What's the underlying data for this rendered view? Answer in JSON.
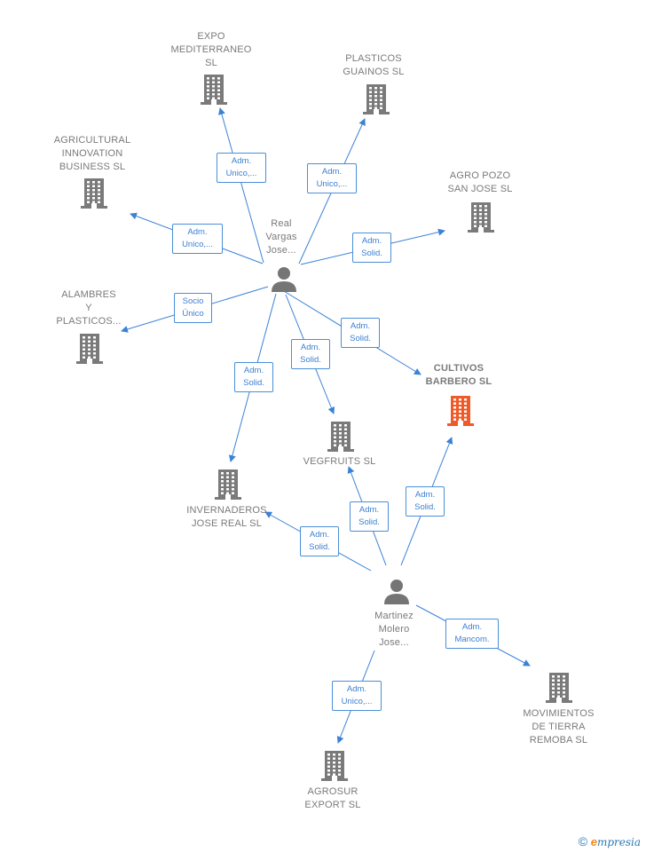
{
  "companies": [
    {
      "id": "expo",
      "label": "EXPO\nMEDITERRANEO\nSL",
      "highlight": false
    },
    {
      "id": "plasticos_guainos",
      "label": "PLASTICOS\nGUAINOS  SL",
      "highlight": false
    },
    {
      "id": "agricultural",
      "label": "AGRICULTURAL\nINNOVATION\nBUSINESS  SL",
      "highlight": false
    },
    {
      "id": "agro_pozo",
      "label": "AGRO POZO\nSAN JOSE  SL",
      "highlight": false
    },
    {
      "id": "alambres",
      "label": "ALAMBRES\nY\nPLASTICOS...",
      "highlight": false
    },
    {
      "id": "cultivos",
      "label": "CULTIVOS\nBARBERO  SL",
      "highlight": true
    },
    {
      "id": "vegfruits",
      "label": "VEGFRUITS  SL",
      "highlight": false
    },
    {
      "id": "invernaderos",
      "label": "INVERNADEROS\nJOSE REAL  SL",
      "highlight": false
    },
    {
      "id": "movimientos",
      "label": "MOVIMIENTOS\nDE TIERRA\nREMOBA  SL",
      "highlight": false
    },
    {
      "id": "agrosur",
      "label": "AGROSUR\nEXPORT  SL",
      "highlight": false
    }
  ],
  "persons": [
    {
      "id": "real",
      "label": "Real\nVargas\nJose..."
    },
    {
      "id": "martinez",
      "label": "Martinez\nMolero\nJose..."
    }
  ],
  "relations": [
    {
      "from": "real",
      "to": "expo",
      "label": "Adm.\nUnico,..."
    },
    {
      "from": "real",
      "to": "plasticos_guainos",
      "label": "Adm.\nUnico,..."
    },
    {
      "from": "real",
      "to": "agricultural",
      "label": "Adm.\nUnico,..."
    },
    {
      "from": "real",
      "to": "agro_pozo",
      "label": "Adm.\nSolid."
    },
    {
      "from": "real",
      "to": "alambres",
      "label": "Socio\nÚnico"
    },
    {
      "from": "real",
      "to": "cultivos",
      "label": "Adm.\nSolid."
    },
    {
      "from": "real",
      "to": "vegfruits",
      "label": "Adm.\nSolid."
    },
    {
      "from": "real",
      "to": "invernaderos",
      "label": "Adm.\nSolid."
    },
    {
      "from": "martinez",
      "to": "vegfruits",
      "label": "Adm.\nSolid."
    },
    {
      "from": "martinez",
      "to": "cultivos",
      "label": "Adm.\nSolid."
    },
    {
      "from": "martinez",
      "to": "invernaderos",
      "label": "Adm.\nSolid."
    },
    {
      "from": "martinez",
      "to": "movimientos",
      "label": "Adm.\nMancom."
    },
    {
      "from": "martinez",
      "to": "agrosur",
      "label": "Adm.\nUnico,..."
    }
  ],
  "brand": {
    "copyright": "©",
    "initial": "e",
    "name": "mpresia"
  },
  "colors": {
    "edge": "#3b82d6",
    "building": "#7a7a7a",
    "building_highlight": "#f05a28",
    "person": "#757575"
  }
}
